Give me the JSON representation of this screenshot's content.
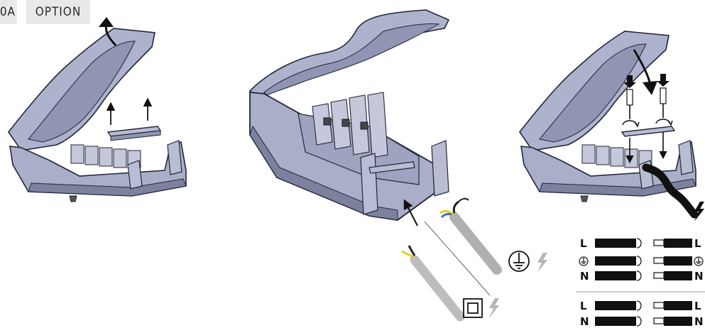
{
  "tags": {
    "left": "0A",
    "option": "OPTION"
  },
  "wiring": {
    "earthed": {
      "top": "L",
      "middle": "⏚",
      "bottom": "N"
    },
    "unearthed": {
      "top": "L",
      "bottom": "N"
    }
  },
  "colors": {
    "housing": "#a9aec9",
    "housing_dark": "#6f7390",
    "cable": "#bdbdbd",
    "wire_live": "#222222",
    "wire_neutral": "#3f6fc9",
    "wire_earth": "#e2cf2a",
    "lightning": "#b5b5b5"
  },
  "icons": [
    "earth-symbol-icon",
    "double-insulation-icon",
    "lightning-icon",
    "screwdriver-icon",
    "rotate-arrow-icon"
  ]
}
